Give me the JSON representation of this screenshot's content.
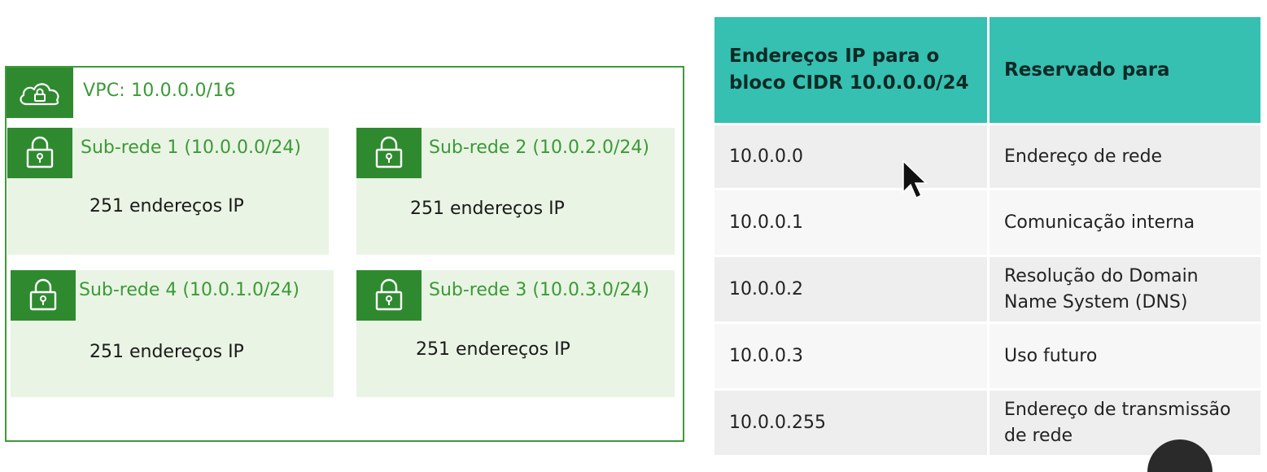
{
  "vpc": {
    "label": "VPC: 10.0.0.0/16",
    "icon": "cloud-lock-icon"
  },
  "subnets": [
    {
      "title": "Sub-rede 1 (10.0.0.0/24)",
      "count": "251 endereços IP",
      "icon": "lock-icon"
    },
    {
      "title": "Sub-rede 2 (10.0.2.0/24)",
      "count": "251 endereços IP",
      "icon": "lock-icon"
    },
    {
      "title": "Sub-rede 4 (10.0.1.0/24)",
      "count": "251 endereços IP",
      "icon": "lock-icon"
    },
    {
      "title": "Sub-rede 3 (10.0.3.0/24)",
      "count": "251 endereços IP",
      "icon": "lock-icon"
    }
  ],
  "table": {
    "headers": [
      "Endereços IP para o bloco CIDR 10.0.0.0/24",
      "Reservado para"
    ],
    "rows": [
      [
        "10.0.0.0",
        "Endereço de rede"
      ],
      [
        "10.0.0.1",
        "Comunicação interna"
      ],
      [
        "10.0.0.2",
        "Resolução do Domain Name System (DNS)"
      ],
      [
        "10.0.0.3",
        "Uso futuro"
      ],
      [
        "10.0.0.255",
        "Endereço de transmissão de rede"
      ]
    ]
  },
  "colors": {
    "green": "#2f8a2f",
    "green_text": "#3a9a36",
    "subnet_bg": "#eaf4e4",
    "teal": "#36c0b1"
  }
}
